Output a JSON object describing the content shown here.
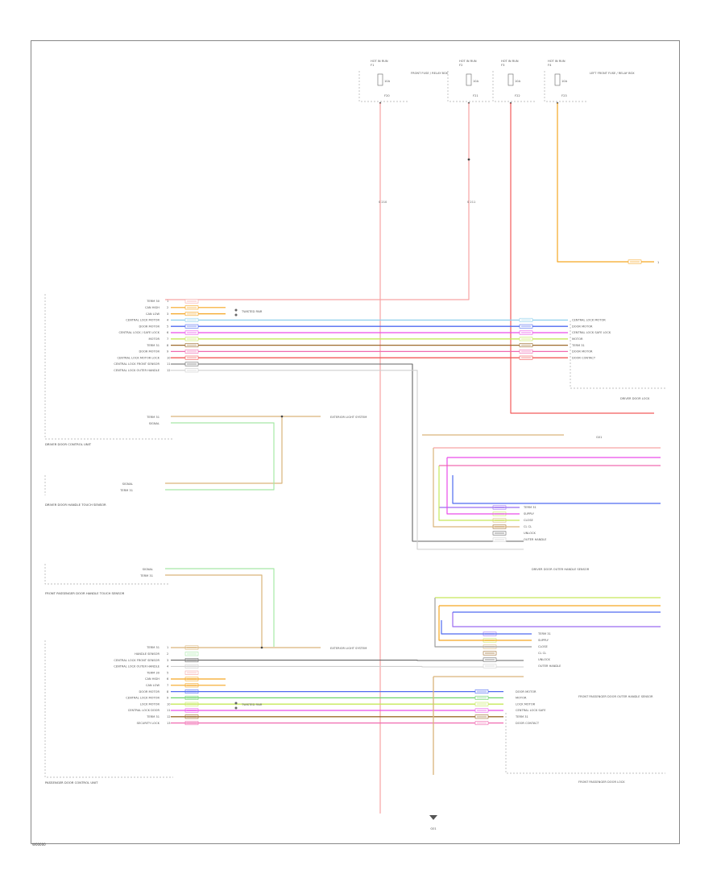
{
  "page_id": "W00000",
  "wire_colors": {
    "RED": "#f25a5a",
    "RED_LIGHT": "#f7a3a3",
    "ORANGE": "#f5a623",
    "PINK": "#f06ab0",
    "MAGENTA": "#e94ee9",
    "LIGHT_BLUE": "#8fd0ec",
    "BLUE": "#4f6bf0",
    "PURPLE": "#9b6bf0",
    "YELLOW_GREEN": "#c6e85a",
    "GREEN": "#6cd46c",
    "LIGHT_GREEN": "#a6e8a6",
    "TAN": "#d9b47a",
    "BROWN": "#9c6b2c",
    "DARK_GRAY": "#666666",
    "GRAY": "#9e9e9e",
    "LIGHT_GRAY": "#cfcfcf"
  },
  "fuses": [
    {
      "id": "F1",
      "text": "HOT IN RUN",
      "rating": "10A",
      "lower": "F20"
    },
    {
      "id": "F2",
      "text": "HOT IN RUN",
      "rating": "10A",
      "lower": "F21"
    },
    {
      "id": "F3",
      "text": "HOT IN RUN",
      "rating": "10A",
      "lower": "F22"
    },
    {
      "id": "F4",
      "text": "HOT IN RUN",
      "rating": "10A",
      "lower": "F23"
    }
  ],
  "fuse_panels": {
    "left": "FRONT FUSE / RELAY BOX",
    "right": "LEFT FRONT FUSE / RELAY BOX"
  },
  "splices": {
    "s1": "S 210",
    "s2": "S 211"
  },
  "components": {
    "driver_door_unit": "DRIVER DOOR CONTROL UNIT",
    "driver_handle_sensor": "DRIVER DOOR HANDLE TOUCH SENSOR",
    "passenger_handle_sensor": "FRONT PASSENGER DOOR HANDLE TOUCH SENSOR",
    "passenger_door_unit": "PASSENGER DOOR CONTROL UNIT",
    "driver_door_lock": "DRIVER DOOR LOCK",
    "driver_outer_sensor": "DRIVER DOOR OUTER HANDLE SENSOR",
    "passenger_outer_sensor": "FRONT PASSENGER DOOR OUTER HANDLE SENSOR",
    "passenger_door_lock": "FRONT PASSENGER DOOR LOCK",
    "exterior_light": "EXTERIOR LIGHT SYSTEM",
    "ground": "G01"
  },
  "driver_pins": [
    "TERM 30",
    "CAN HIGH",
    "CAN LOW",
    "CENTRAL LOCK MOTOR",
    "DOOR MOTOR",
    "CENTRAL LOCK / SAFE LOCK",
    "MOTOR",
    "TERM 31",
    "DOOR MOTOR",
    "CENTRAL LOCK MOTOR LOCK",
    "CENTRAL LOCK FRONT SENSOR",
    "CENTRAL LOCK OUTER HANDLE"
  ],
  "passenger_pins": [
    "TERM 31",
    "HANDLE SENSOR",
    "CENTRAL LOCK FRONT SENSOR",
    "CENTRAL LOCK OUTER HANDLE",
    "TERM 30",
    "CAN HIGH",
    "CAN LOW",
    "DOOR MOTOR",
    "CENTRAL LOCK MOTOR",
    "LOCK MOTOR",
    "CENTRAL LOCK DOOR",
    "TERM 31",
    "SECURITY LOCK"
  ],
  "lock_pins_right": [
    "CENTRAL LOCK MOTOR",
    "DOOR MOTOR",
    "CENTRAL LOCK SAFE LOCK",
    "MOTOR",
    "TERM 31",
    "DOOR MOTOR",
    "DOOR CONTACT"
  ],
  "passenger_lock_pins": [
    "DOOR MOTOR",
    "MOTOR",
    "LOCK MOTOR",
    "CENTRAL LOCK SAFE",
    "TERM 31",
    "DOOR CONTACT"
  ],
  "sensor_pins": [
    "TERM 31",
    "SUPPLY",
    "CLOSE",
    "CL CL",
    "UNLOCK",
    "OUTER HANDLE"
  ],
  "handle_pins": [
    "SIGNAL",
    "TERM 31"
  ],
  "twisted_pair": "TWISTED PAIR"
}
